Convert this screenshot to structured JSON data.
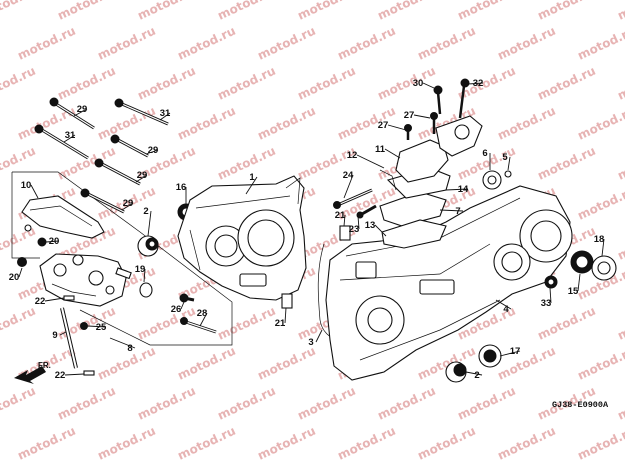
{
  "watermark": "motod.ru",
  "diagram_code": "GJ38-E0900A",
  "direction_label": "FR.",
  "callouts": [
    "1",
    "2",
    "2",
    "3",
    "4",
    "5",
    "6",
    "7",
    "8",
    "9",
    "10",
    "11",
    "12",
    "13",
    "14",
    "15",
    "16",
    "17",
    "18",
    "19",
    "20",
    "20",
    "21",
    "21",
    "22",
    "22",
    "23",
    "24",
    "25",
    "26",
    "27",
    "27",
    "28",
    "29",
    "29",
    "29",
    "29",
    "30",
    "31",
    "31",
    "32",
    "33"
  ]
}
